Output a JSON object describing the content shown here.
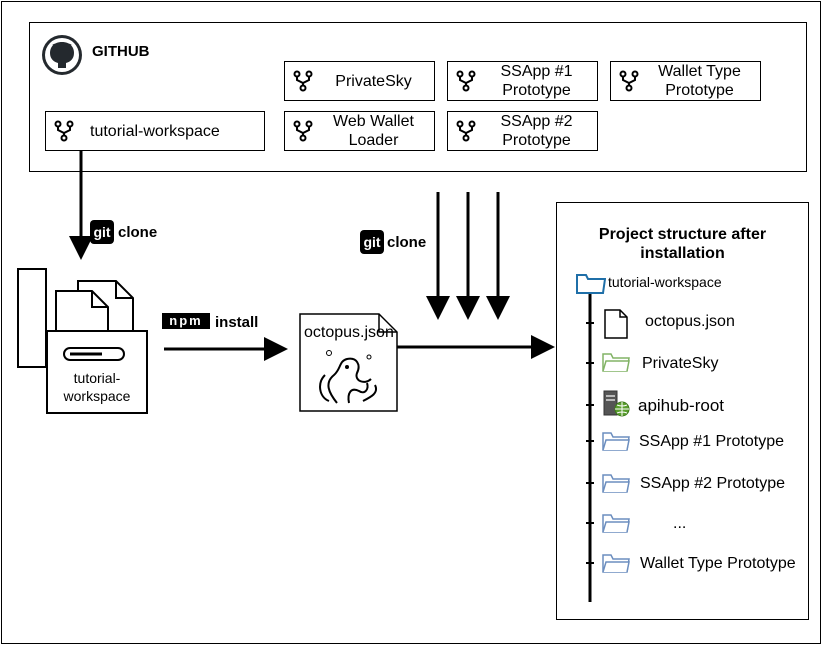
{
  "github": {
    "title": "GITHUB",
    "repos": {
      "tutorial_workspace": "tutorial-workspace",
      "privatesky": "PrivateSky",
      "web_wallet_loader_1": "Web Wallet",
      "web_wallet_loader_2": "Loader",
      "ssapp1_1": "SSApp #1",
      "ssapp1_2": "Prototype",
      "ssapp2_1": "SSApp #2",
      "ssapp2_2": "Prototype",
      "wallet_type_1": "Wallet Type",
      "wallet_type_2": "Prototype"
    }
  },
  "steps": {
    "git_logo": "git",
    "clone_1": "clone",
    "clone_2": "clone",
    "npm_logo": "npm",
    "install": "install"
  },
  "local": {
    "workspace_1": "tutorial-",
    "workspace_2": "workspace",
    "octopus_file": "octopus.json"
  },
  "project": {
    "title_1": "Project structure after",
    "title_2": "installation",
    "root": "tutorial-workspace",
    "items": [
      "octopus.json",
      "PrivateSky",
      "apihub-root",
      "SSApp #1 Prototype",
      "SSApp #2 Prototype",
      "...",
      "Wallet Type Prototype"
    ]
  },
  "colors": {
    "github_dark": "#24292e",
    "folder_blue_dark": "#1f6fa8",
    "folder_blue_light": "#6c8ebf",
    "folder_green": "#82b366",
    "globe_green": "#5a9e2e"
  }
}
